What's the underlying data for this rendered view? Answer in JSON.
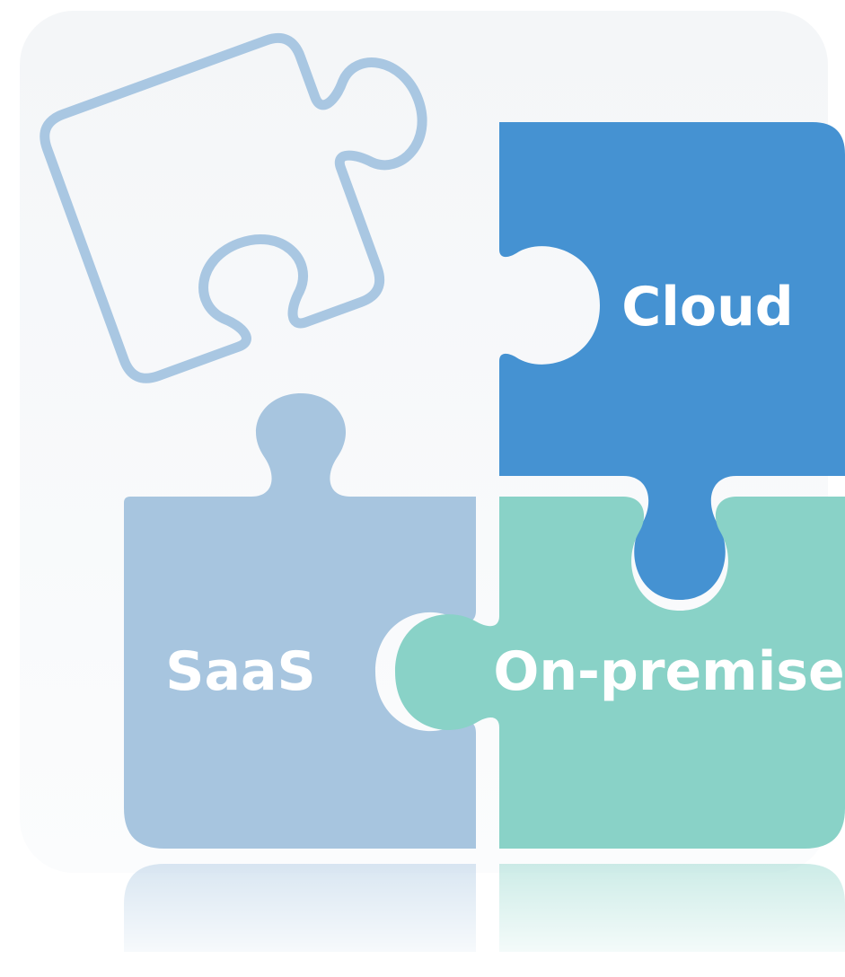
{
  "pieces": {
    "cloud": {
      "label": "Cloud",
      "color": "#4592d2"
    },
    "saas": {
      "label": "SaaS",
      "color": "#a7c5df"
    },
    "on_premise": {
      "label": "On-premise",
      "color": "#89d2c7"
    },
    "empty": {
      "outline_color": "#a9c7e2"
    }
  }
}
